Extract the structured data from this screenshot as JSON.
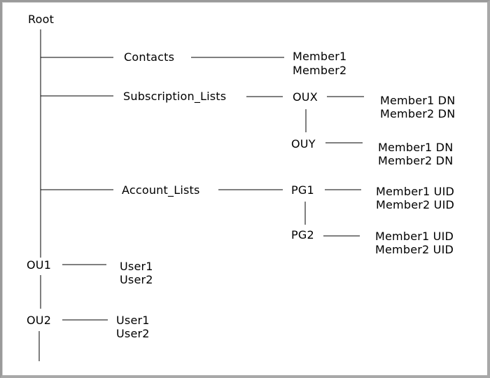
{
  "nodes": {
    "root": "Root",
    "contacts": "Contacts",
    "subscription_lists": "Subscription_Lists",
    "account_lists": "Account_Lists",
    "oux": "OUX",
    "ouy": "OUY",
    "pg1": "PG1",
    "pg2": "PG2",
    "ou1": "OU1",
    "ou2": "OU2"
  },
  "leaves": {
    "contacts": [
      "Member1",
      "Member2"
    ],
    "oux": [
      "Member1 DN",
      "Member2 DN"
    ],
    "ouy": [
      "Member1 DN",
      "Member2 DN"
    ],
    "pg1": [
      "Member1 UID",
      "Member2 UID"
    ],
    "pg2": [
      "Member1 UID",
      "Member2 UID"
    ],
    "ou1": [
      "User1",
      "User2"
    ],
    "ou2": [
      "User1",
      "User2"
    ]
  }
}
